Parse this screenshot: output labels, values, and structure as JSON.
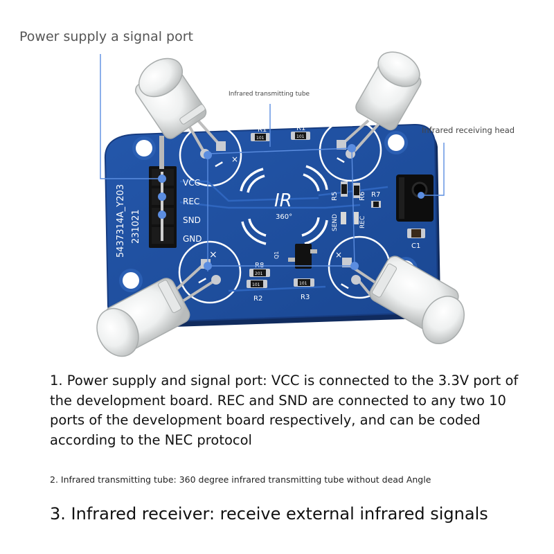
{
  "callouts": {
    "power_port": "Power supply a signal port",
    "transmitting_tube": "Infrared transmitting tube",
    "receiving_head": "Infrared receiving head"
  },
  "board": {
    "pin_labels": [
      "VCC",
      "REC",
      "SND",
      "GND"
    ],
    "silkscreen_side": "5437314A_Y203",
    "silkscreen_date": "231021",
    "logo_main": "IR",
    "logo_sub": "360°",
    "components": {
      "r1_top_left": "R1",
      "r1_top_right": "R1",
      "r5": "R5",
      "r6": "R6",
      "r7": "R7",
      "r8": "R8",
      "r2": "R2",
      "r3": "R3",
      "c1": "C1",
      "q1": "Q1",
      "send": "SEND",
      "rec": "REC"
    },
    "smd_codes": [
      "101",
      "101",
      "201",
      "101",
      "101"
    ],
    "colors": {
      "pcb": "#1f4fa0",
      "pcb_edge": "#183f86",
      "silk": "#ffffff",
      "pad": "#c9ccd2"
    }
  },
  "descriptions": {
    "item1": "1. Power supply and signal port: VCC is connected to the 3.3V port of the development board. REC and SND are connected to any two 10 ports of the development board respectively, and can be coded according to the NEC protocol",
    "item2": "2. Infrared transmitting tube: 360 degree infrared transmitting tube without dead Angle",
    "item3": "3. Infrared receiver: receive external infrared signals"
  }
}
